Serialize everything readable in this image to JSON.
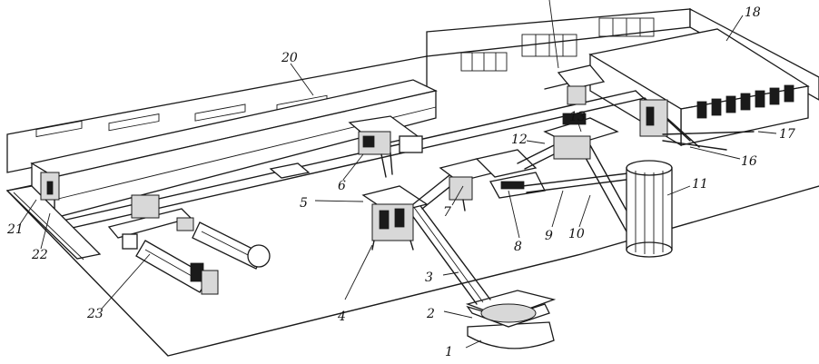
{
  "labels": {
    "n1": "1",
    "n2": "2",
    "n3": "3",
    "n4": "4",
    "n5": "5",
    "n6": "6",
    "n7": "7",
    "n8": "8",
    "n9": "9",
    "n10": "10",
    "n11": "11",
    "n12": "12",
    "n13": "13",
    "n16": "16",
    "n17": "17",
    "n18": "18",
    "n20": "20",
    "n21": "21",
    "n22": "22",
    "n23": "23"
  }
}
